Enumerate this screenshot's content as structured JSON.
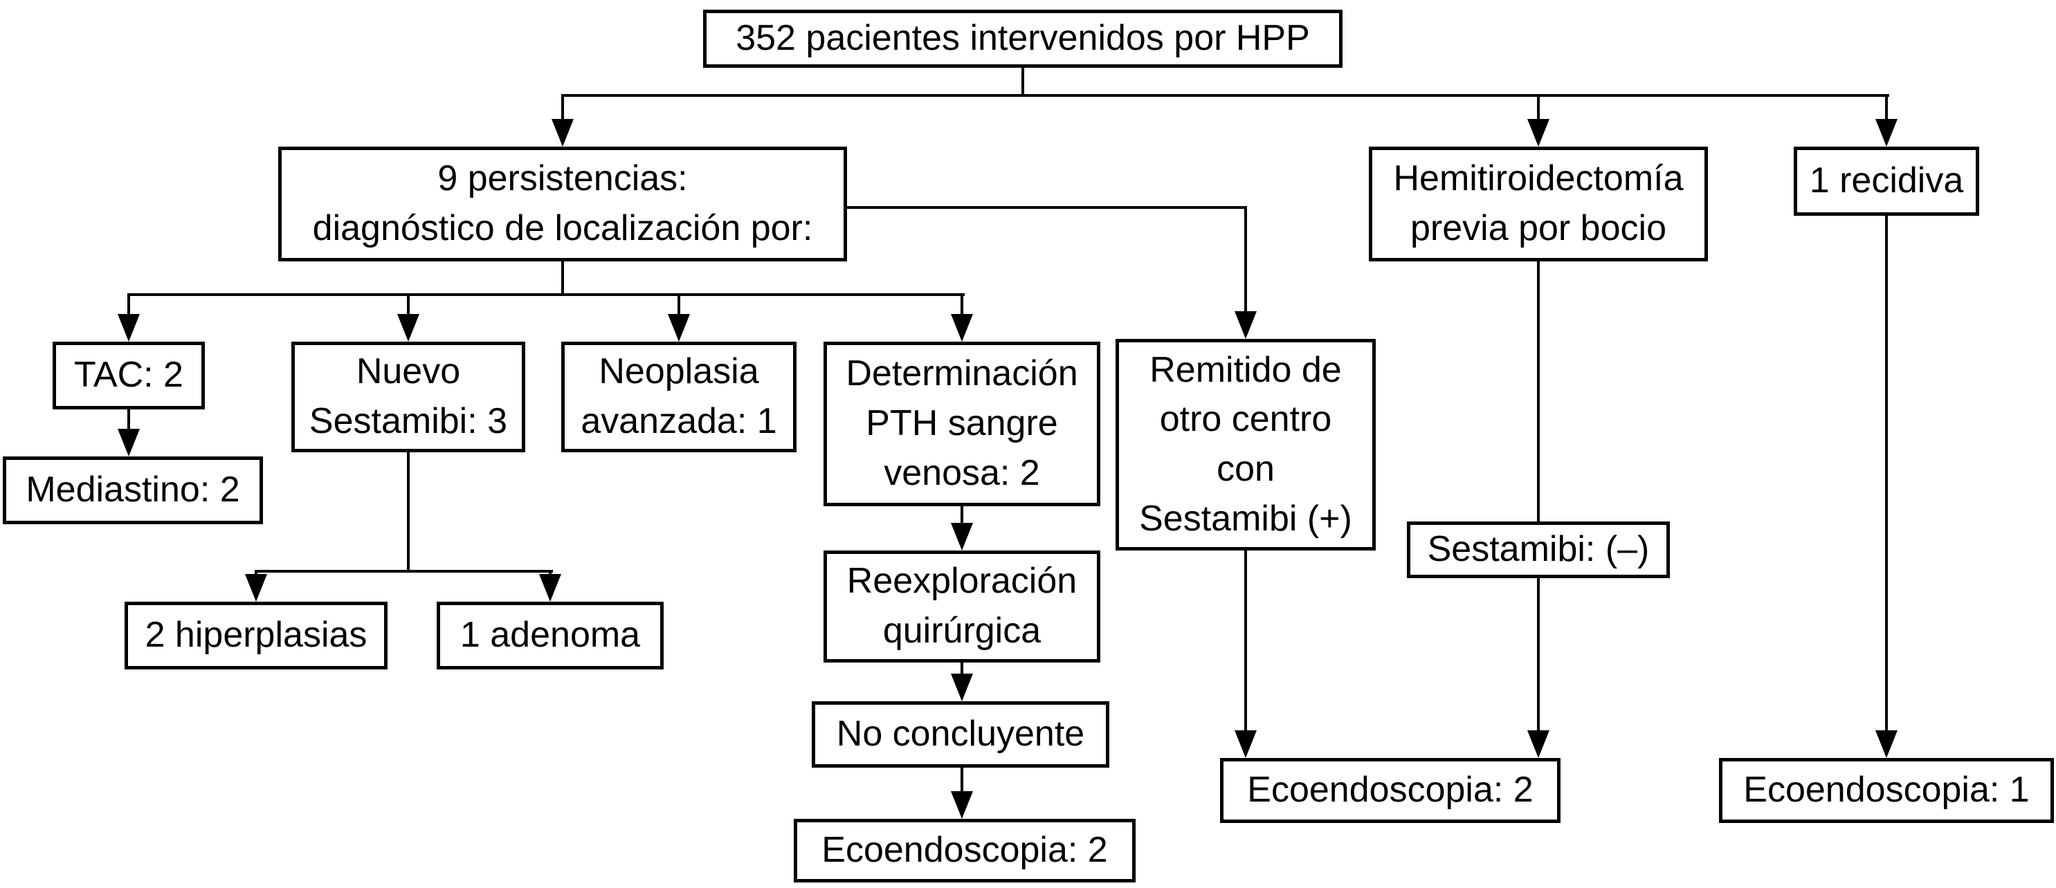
{
  "diagram": {
    "type": "flowchart",
    "language": "es",
    "colors": {
      "background": "#ffffff",
      "box_fill": "#ffffff",
      "box_border": "#000000",
      "text": "#000000",
      "connector": "#000000"
    },
    "nodes": {
      "root": "352 pacientes intervenidos por HPP",
      "persistencias": "9 persistencias:\ndiagnóstico de localización por:",
      "hemitiroidectomia": "Hemitiroidectomía\nprevia por bocio",
      "recidiva": "1 recidiva",
      "tac": "TAC: 2",
      "nuevo_sestamibi": "Nuevo\nSestamibi: 3",
      "neoplasia": "Neoplasia\navanzada: 1",
      "pth": "Determinación\nPTH sangre\nvenosa: 2",
      "remitido": "Remitido de\notro centro\ncon\nSestamibi (+)",
      "mediastino": "Mediastino: 2",
      "hiperplasias": "2 hiperplasias",
      "adenoma": "1 adenoma",
      "reexploracion": "Reexploración\nquirúrgica",
      "no_concluyente": "No concluyente",
      "ecoendoscopia_pth": "Ecoendoscopia: 2",
      "sestamibi_neg": "Sestamibi: (–)",
      "ecoendoscopia_centro": "Ecoendoscopia: 2",
      "ecoendoscopia_recidiva": "Ecoendoscopia: 1"
    },
    "edges": [
      {
        "from": "root",
        "to": "persistencias"
      },
      {
        "from": "root",
        "to": "hemitiroidectomia"
      },
      {
        "from": "root",
        "to": "recidiva"
      },
      {
        "from": "persistencias",
        "to": "tac"
      },
      {
        "from": "persistencias",
        "to": "nuevo_sestamibi"
      },
      {
        "from": "persistencias",
        "to": "neoplasia"
      },
      {
        "from": "persistencias",
        "to": "pth"
      },
      {
        "from": "persistencias",
        "to": "remitido"
      },
      {
        "from": "tac",
        "to": "mediastino"
      },
      {
        "from": "nuevo_sestamibi",
        "to": "hiperplasias"
      },
      {
        "from": "nuevo_sestamibi",
        "to": "adenoma"
      },
      {
        "from": "pth",
        "to": "reexploracion"
      },
      {
        "from": "reexploracion",
        "to": "no_concluyente"
      },
      {
        "from": "no_concluyente",
        "to": "ecoendoscopia_pth"
      },
      {
        "from": "remitido",
        "to": "ecoendoscopia_centro"
      },
      {
        "from": "hemitiroidectomia",
        "to": "sestamibi_neg"
      },
      {
        "from": "sestamibi_neg",
        "to": "ecoendoscopia_centro"
      },
      {
        "from": "recidiva",
        "to": "ecoendoscopia_recidiva"
      }
    ]
  }
}
